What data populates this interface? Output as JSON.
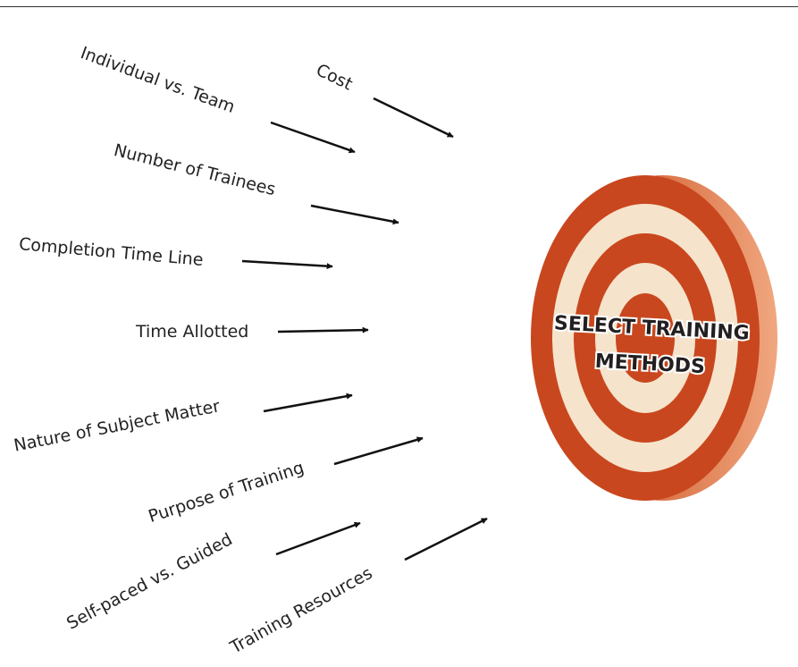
{
  "target": {
    "line1": "SELECT TRAINING",
    "line2": "METHODS",
    "colors": {
      "ring": "#c9471e",
      "band": "#f6e3cb",
      "rim": "#d96f43"
    }
  },
  "factors": [
    {
      "id": "cost",
      "label": "Cost"
    },
    {
      "id": "individual-vs-team",
      "label": "Individual vs. Team"
    },
    {
      "id": "number-of-trainees",
      "label": "Number of Trainees"
    },
    {
      "id": "completion-time-line",
      "label": "Completion Time Line"
    },
    {
      "id": "time-allotted",
      "label": "Time Allotted"
    },
    {
      "id": "nature-of-subject-matter",
      "label": "Nature of Subject Matter"
    },
    {
      "id": "purpose-of-training",
      "label": "Purpose of Training"
    },
    {
      "id": "self-paced-vs-guided",
      "label": "Self-paced vs. Guided"
    },
    {
      "id": "training-resources",
      "label": "Training Resources"
    }
  ]
}
